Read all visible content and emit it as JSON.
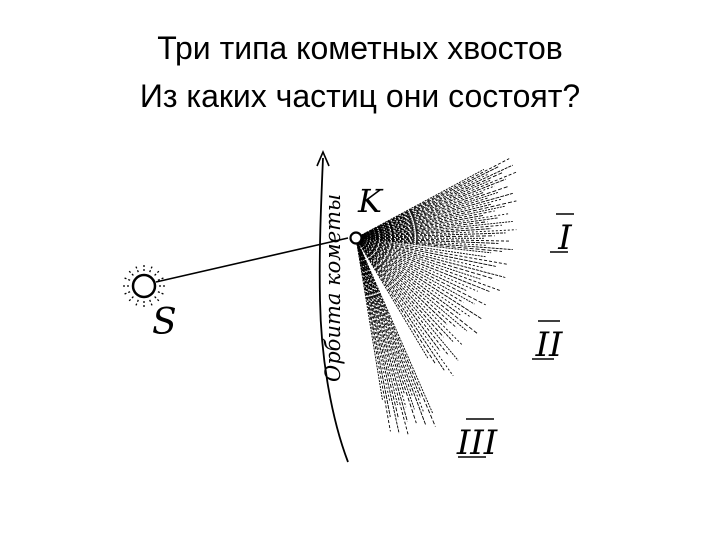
{
  "title": {
    "line1": "Три типа кометных хвостов",
    "line2": "Из каких частиц они состоят?"
  },
  "diagram": {
    "sun_label": "S",
    "comet_label": "K",
    "orbit_label": "Орбита кометы",
    "tail_labels": [
      "I",
      "II",
      "III"
    ],
    "ink_color": "#000000"
  }
}
